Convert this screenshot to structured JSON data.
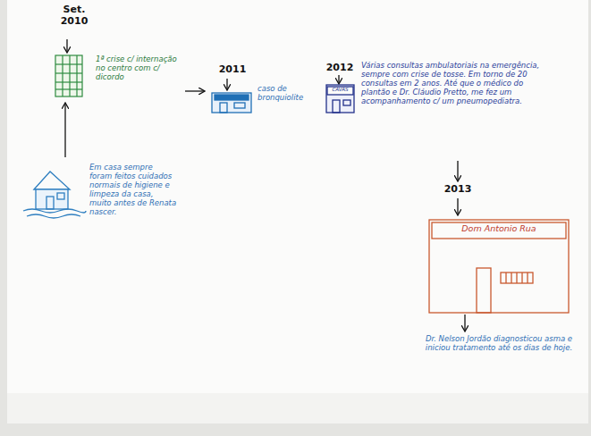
{
  "diagram": {
    "nodes": [
      {
        "text": [
          "Em casa sempre foram feitos cuidados normais de higiene e limpeza da casa, muito antes de Renata nascer."
        ]
      },
      {
        "text": [
          "Set. 2010",
          "1ª crise c/ internação no centro com c/ dicordo"
        ]
      },
      {
        "text": [
          "2011",
          "caso de bronquiolite"
        ]
      },
      {
        "text": [
          "2012",
          "CAVAS",
          "Várias consultas ambulatoriais na emergência, sempre com crise de tosse. Em torno de 20 consultas em 2 anos. Até que o médico do plantão e Dr. Cláudio Pretto, me fez um acompanhamento c/ um pneumopediatra."
        ]
      },
      {
        "text": [
          "2013",
          "Dom Antonio Rua",
          "Dr. Nelson Jordão diagnosticou asma e iniciou tratamento até os dias de hoje."
        ]
      }
    ],
    "edges": [
      {
        "from": 0,
        "to": 1,
        "arrow": "to"
      },
      {
        "from": 1,
        "to": 2,
        "arrow": "to"
      },
      {
        "from": 3,
        "to": 4,
        "arrow": "to"
      }
    ]
  }
}
